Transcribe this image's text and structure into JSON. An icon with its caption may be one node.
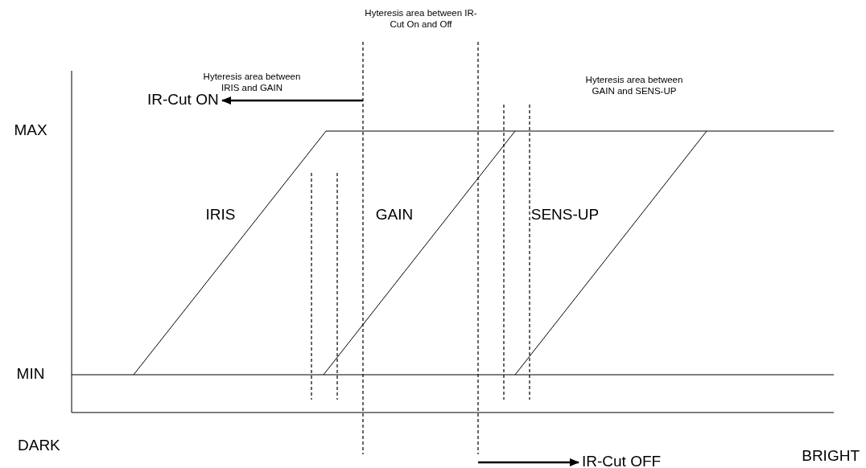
{
  "diagram": {
    "nodes": [
      {
        "text": [
          "IR-Cut ON"
        ]
      },
      {
        "text": [
          "IR-Cut OFF"
        ]
      }
    ],
    "edges": [
      {
        "from": null,
        "to": 0,
        "arrow": "to"
      },
      {
        "from": null,
        "to": 1,
        "arrow": "to"
      }
    ],
    "labels": [
      "Hyteresis area between IR-Cut On and Off",
      "Hyteresis area between IRIS and GAIN",
      "Hyteresis area between GAIN and SENS-UP",
      "MAX",
      "IRIS",
      "GAIN",
      "SENS-UP",
      "MIN",
      "DARK",
      "BRIGHT"
    ]
  }
}
